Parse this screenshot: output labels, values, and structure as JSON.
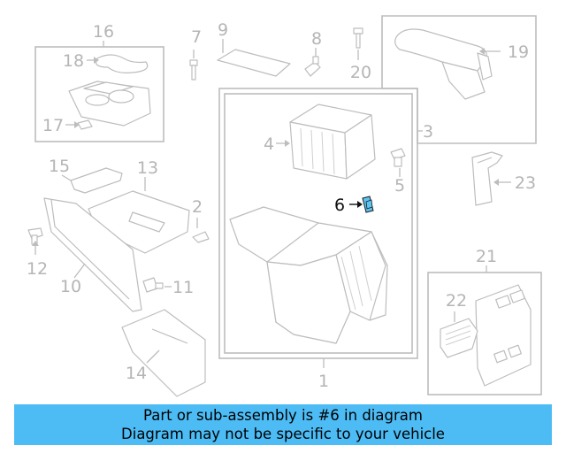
{
  "diagram": {
    "callouts": [
      {
        "id": "c1",
        "label": "1"
      },
      {
        "id": "c2",
        "label": "2"
      },
      {
        "id": "c3",
        "label": "3"
      },
      {
        "id": "c4",
        "label": "4"
      },
      {
        "id": "c5",
        "label": "5"
      },
      {
        "id": "c6",
        "label": "6"
      },
      {
        "id": "c7",
        "label": "7"
      },
      {
        "id": "c8",
        "label": "8"
      },
      {
        "id": "c9",
        "label": "9"
      },
      {
        "id": "c10",
        "label": "10"
      },
      {
        "id": "c11",
        "label": "11"
      },
      {
        "id": "c12",
        "label": "12"
      },
      {
        "id": "c13",
        "label": "13"
      },
      {
        "id": "c14",
        "label": "14"
      },
      {
        "id": "c15",
        "label": "15"
      },
      {
        "id": "c16",
        "label": "16"
      },
      {
        "id": "c17",
        "label": "17"
      },
      {
        "id": "c18",
        "label": "18"
      },
      {
        "id": "c19",
        "label": "19"
      },
      {
        "id": "c20",
        "label": "20"
      },
      {
        "id": "c21",
        "label": "21"
      },
      {
        "id": "c22",
        "label": "22"
      },
      {
        "id": "c23",
        "label": "23"
      }
    ],
    "highlight_label": "6",
    "highlight_color": "#5cc4f2"
  },
  "banner": {
    "line1": "Part or sub-assembly is #6 in diagram",
    "line2": "Diagram may not be specific to your vehicle",
    "color": "#4dbcf5"
  }
}
